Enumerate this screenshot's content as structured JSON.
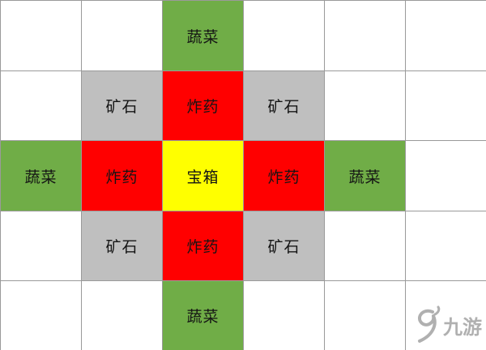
{
  "grid": {
    "rows": [
      [
        {
          "label": "",
          "fill": "#FFFFFF"
        },
        {
          "label": "",
          "fill": "#FFFFFF"
        },
        {
          "label": "蔬菜",
          "fill": "#70AD47"
        },
        {
          "label": "",
          "fill": "#FFFFFF"
        },
        {
          "label": "",
          "fill": "#FFFFFF"
        },
        {
          "label": "",
          "fill": "#FFFFFF"
        }
      ],
      [
        {
          "label": "",
          "fill": "#FFFFFF"
        },
        {
          "label": "矿石",
          "fill": "#BFBFBF"
        },
        {
          "label": "炸药",
          "fill": "#FF0000"
        },
        {
          "label": "矿石",
          "fill": "#BFBFBF"
        },
        {
          "label": "",
          "fill": "#FFFFFF"
        },
        {
          "label": "",
          "fill": "#FFFFFF"
        }
      ],
      [
        {
          "label": "蔬菜",
          "fill": "#70AD47"
        },
        {
          "label": "炸药",
          "fill": "#FF0000"
        },
        {
          "label": "宝箱",
          "fill": "#FFFF00"
        },
        {
          "label": "炸药",
          "fill": "#FF0000"
        },
        {
          "label": "蔬菜",
          "fill": "#70AD47"
        },
        {
          "label": "",
          "fill": "#FFFFFF"
        }
      ],
      [
        {
          "label": "",
          "fill": "#FFFFFF"
        },
        {
          "label": "矿石",
          "fill": "#BFBFBF"
        },
        {
          "label": "炸药",
          "fill": "#FF0000"
        },
        {
          "label": "矿石",
          "fill": "#BFBFBF"
        },
        {
          "label": "",
          "fill": "#FFFFFF"
        },
        {
          "label": "",
          "fill": "#FFFFFF"
        }
      ],
      [
        {
          "label": "",
          "fill": "#FFFFFF"
        },
        {
          "label": "",
          "fill": "#FFFFFF"
        },
        {
          "label": "蔬菜",
          "fill": "#70AD47"
        },
        {
          "label": "",
          "fill": "#FFFFFF"
        },
        {
          "label": "",
          "fill": "#FFFFFF"
        },
        {
          "label": "",
          "fill": "#FFFFFF"
        }
      ]
    ],
    "line_color": "#9A9A9A"
  },
  "watermark": {
    "text": "九游",
    "icon": "jiuyou-logo-icon"
  }
}
